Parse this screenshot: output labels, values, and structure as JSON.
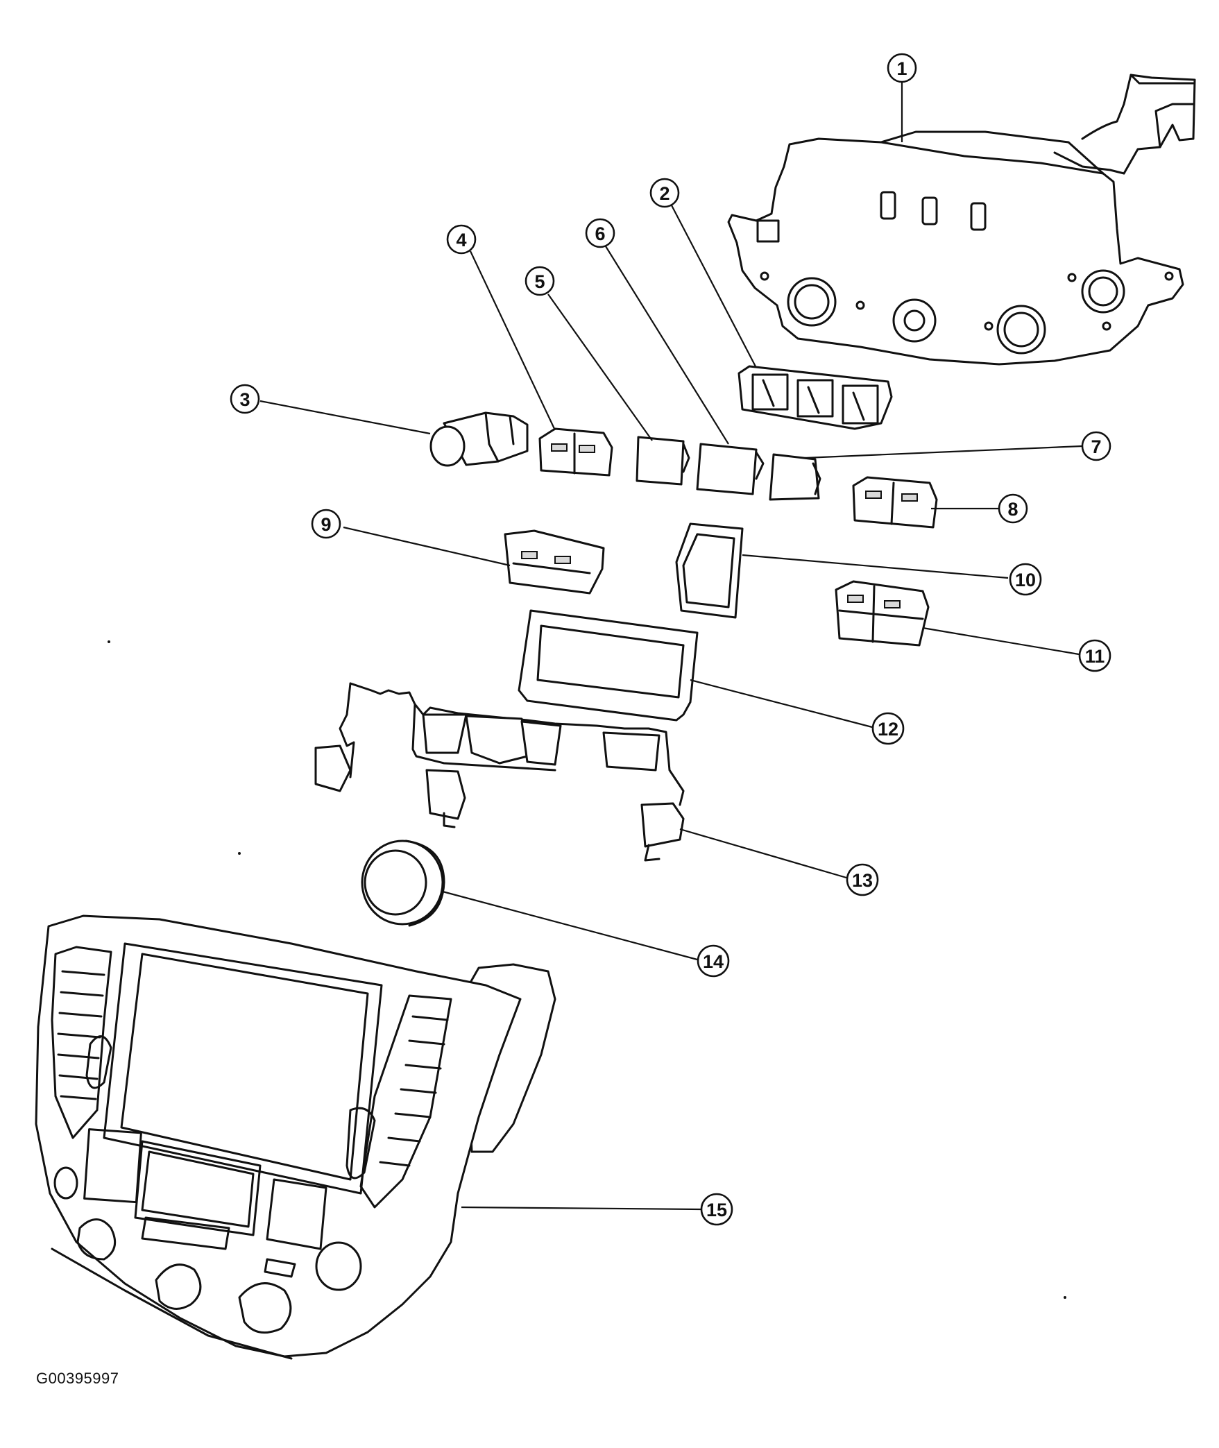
{
  "figure_id": "G00395997",
  "callouts": [
    "1",
    "2",
    "3",
    "4",
    "5",
    "6",
    "7",
    "8",
    "9",
    "10",
    "11",
    "12",
    "13",
    "14",
    "15"
  ]
}
